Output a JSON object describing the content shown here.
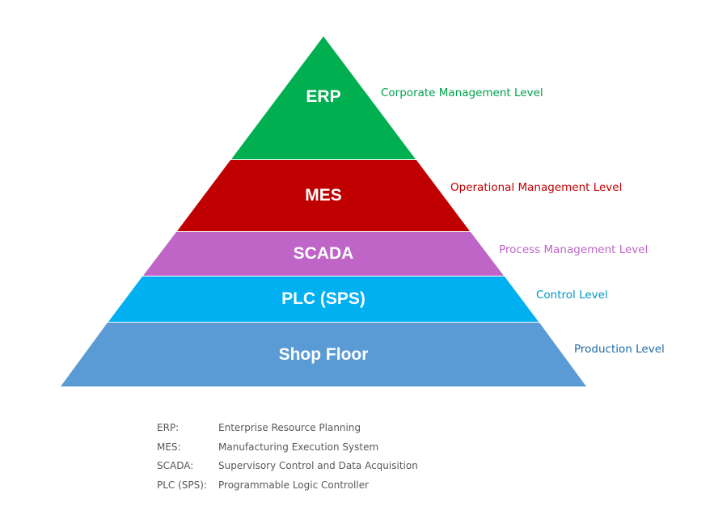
{
  "pyramid": {
    "layers": [
      {
        "name": "ERP",
        "level": "Corporate Management Level",
        "color": "#00b050"
      },
      {
        "name": "MES",
        "level": "Operational Management Level",
        "color": "#c00000"
      },
      {
        "name": "SCADA",
        "level": "Process Management Level",
        "color": "#bf65c8"
      },
      {
        "name": "PLC (SPS)",
        "level": "Control Level",
        "color": "#00b0f0"
      },
      {
        "name": "Shop Floor",
        "level": "Production Level",
        "color": "#5b9bd5"
      }
    ],
    "label_colors": [
      "#00a14b",
      "#c00000",
      "#bf65c8",
      "#0096c7",
      "#1f6aa5"
    ]
  },
  "legend": [
    {
      "abbr": "ERP:",
      "desc": "Enterprise Resource Planning"
    },
    {
      "abbr": "MES:",
      "desc": "Manufacturing Execution System"
    },
    {
      "abbr": "SCADA:",
      "desc": "Supervisory Control and Data Acquisition"
    },
    {
      "abbr": "PLC (SPS):",
      "desc": "Programmable Logic Controller"
    }
  ]
}
